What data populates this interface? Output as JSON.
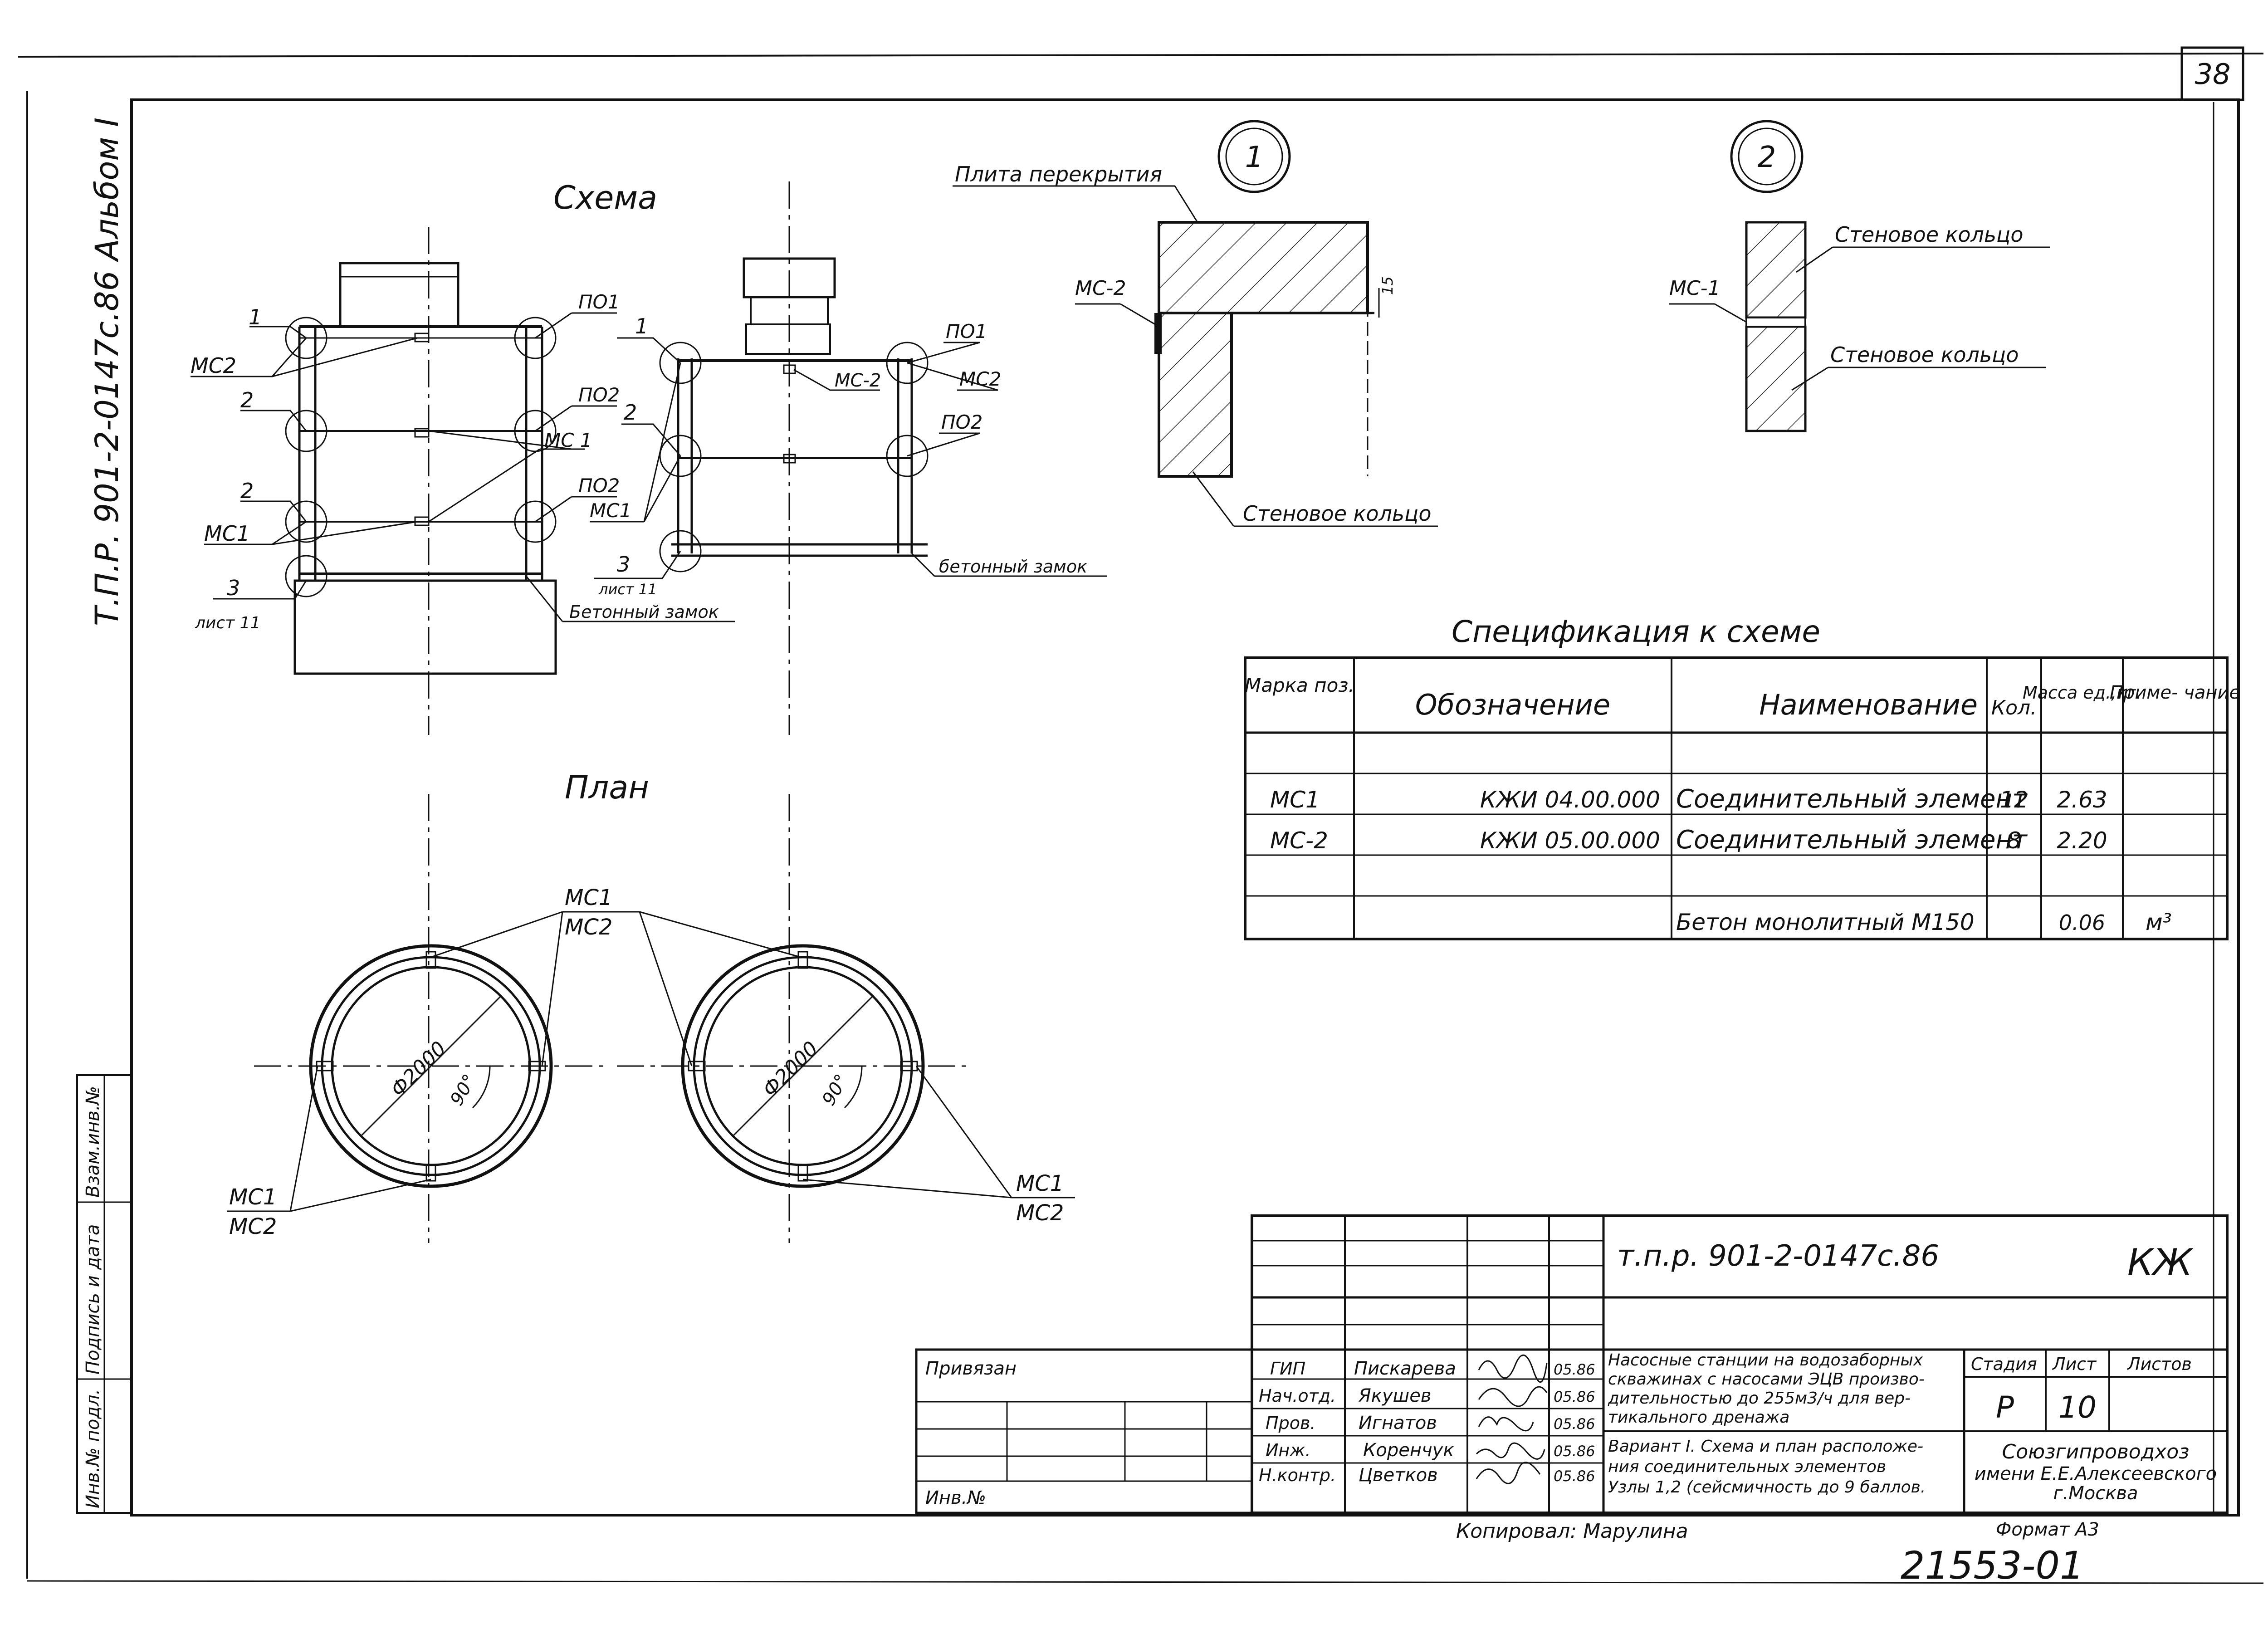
{
  "sheet": {
    "page_number": "38",
    "side_stamp": "Т.П.Р. 901-2-0147с.86   Альбом I",
    "left_strip": [
      "Взам.инв.№",
      "Подпись и дата",
      "Инв.№ подл."
    ],
    "copied_by": "Копировал: Марулина",
    "format": "Формат А3",
    "archive_number": "21553-01"
  },
  "scheme": {
    "title": "Схема",
    "left_labels": [
      "1",
      "МС2",
      "2",
      "2",
      "МС1",
      "3",
      "лист 11"
    ],
    "left_right_labels": [
      "ПО1",
      "ПО2",
      "МС 1",
      "ПО2"
    ],
    "left_bottom_label": "Бетонный замок",
    "right_left_labels": [
      "1",
      "2",
      "МС1",
      "3",
      "лист 11"
    ],
    "right_inner_label": "МС-2",
    "right_right_labels": [
      "ПО1",
      "МС2",
      "ПО2"
    ],
    "right_bottom_label": "бетонный замок"
  },
  "plan": {
    "title": "План",
    "top_label_1": "МС1",
    "top_label_2": "МС2",
    "diameter": "Ф2000",
    "angle": "90°",
    "bottom_left_1": "МС1",
    "bottom_left_2": "МС2",
    "bottom_right_1": "МС1",
    "bottom_right_2": "МС2"
  },
  "node1": {
    "number": "1",
    "slab_label": "Плита перекрытия",
    "element_label": "МС-2",
    "dim": "15",
    "ring_label": "Стеновое кольцо"
  },
  "node2": {
    "number": "2",
    "element_label": "МС-1",
    "ring_label_top": "Стеновое кольцо",
    "ring_label_bottom": "Стеновое кольцо"
  },
  "spec": {
    "title": "Спецификация к схеме",
    "headers": [
      "Марка поз.",
      "Обозначение",
      "Наименование",
      "Кол.",
      "Масса ед.,кг.",
      "Приме- чание"
    ],
    "rows": [
      [
        "",
        "",
        "",
        "",
        "",
        ""
      ],
      [
        "МС1",
        "КЖИ 04.00.000",
        "Соединительный элемент",
        "12",
        "2.63",
        ""
      ],
      [
        "МС-2",
        "КЖИ 05.00.000",
        "Соединительный элемент",
        "8",
        "2.20",
        ""
      ],
      [
        "",
        "",
        "",
        "",
        "",
        ""
      ],
      [
        "",
        "",
        "Бетон монолитный М150",
        "",
        "0.06",
        "м³"
      ]
    ]
  },
  "title_block": {
    "code": "т.п.р. 901-2-0147с.86",
    "section": "КЖ",
    "privyazan": "Привязан",
    "inv": "Инв.№",
    "roles": [
      "ГИП",
      "Нач.отд.",
      "Пров.",
      "Инж.",
      "Н.контр."
    ],
    "names": [
      "Пискарева",
      "Якушев",
      "Игнатов",
      "Коренчук",
      "Цветков"
    ],
    "dates": [
      "05.86",
      "05.86",
      "05.86",
      "05.86",
      "05.86"
    ],
    "description": [
      "Насосные станции на водозаборных",
      "скважинах с насосами ЭЦВ произво-",
      "дительностью до 255м3/ч для вер-",
      "тикального дренажа"
    ],
    "variant": [
      "Вариант I. Схема и план расположе-",
      "ния соединительных элементов",
      "Узлы 1,2 (сейсмичность до 9 баллов."
    ],
    "stage_label": "Стадия",
    "sheet_label": "Лист",
    "sheets_label": "Листов",
    "stage": "Р",
    "sheet": "10",
    "org": [
      "Союзгипроводхоз",
      "имени Е.Е.Алексеевского",
      "г.Москва"
    ]
  }
}
